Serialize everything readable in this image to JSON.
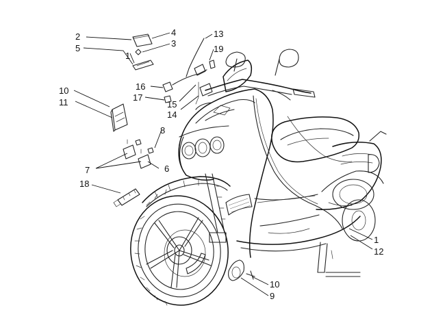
{
  "callouts": {
    "c1_top": "1",
    "c1_bottom": "1",
    "c2": "2",
    "c3": "3",
    "c4": "4",
    "c5": "5",
    "c6": "6",
    "c7": "7",
    "c8": "8",
    "c9": "9",
    "c10_left": "10",
    "c10_bottom": "10",
    "c11": "11",
    "c12": "12",
    "c13": "13",
    "c14": "14",
    "c15": "15",
    "c16": "16",
    "c17": "17",
    "c18": "18",
    "c19": "19"
  }
}
